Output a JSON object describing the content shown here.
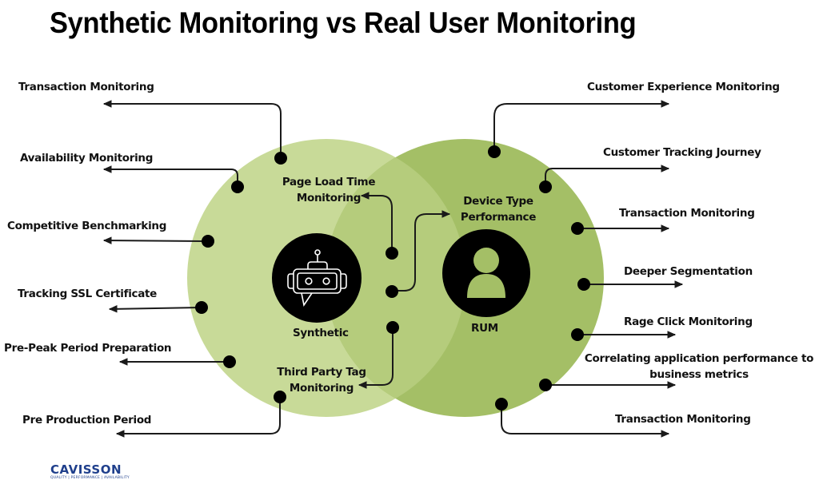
{
  "title": "Synthetic Monitoring vs Real User Monitoring",
  "colors": {
    "synthetic_circle": "#c8da98",
    "rum_circle": "#a4bf66",
    "overlap": "#b5cc7c",
    "dot": "#000000",
    "line": "#1a1a1a",
    "brand": "#1f3f8c"
  },
  "synthetic": {
    "label": "Synthetic",
    "icon": "robot-chat-icon",
    "features": [
      "Transaction Monitoring",
      "Availability Monitoring",
      "Competitive Benchmarking",
      "Tracking SSL Certificate",
      "Pre-Peak Period Preparation",
      "Pre Production Period"
    ]
  },
  "rum": {
    "label": "RUM",
    "icon": "user-icon",
    "features": [
      "Customer Experience Monitoring",
      "Customer Tracking Journey",
      "Transaction Monitoring",
      "Deeper Segmentation",
      "Rage Click Monitoring",
      "Correlating application performance to",
      "business metrics",
      "Transaction Monitoring"
    ]
  },
  "shared": {
    "page_load_line1": "Page Load Time",
    "page_load_line2": "Monitoring",
    "device_line1": "Device Type",
    "device_line2": "Performance",
    "third_party_line1": "Third Party Tag",
    "third_party_line2": "Monitoring"
  },
  "logo": {
    "name": "CAVISSON",
    "tagline": "QUALITY | PERFORMANCE | AVAILABILITY"
  }
}
